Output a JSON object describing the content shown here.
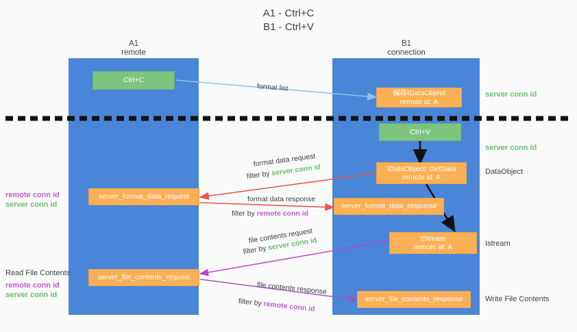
{
  "title": {
    "line1": "A1 - Ctrl+C",
    "line2": "B1 - Ctrl+V"
  },
  "lanes": [
    {
      "name": "A1",
      "sub": "remote",
      "color": "#4a86d8"
    },
    {
      "name": "B1",
      "sub": "connection",
      "color": "#4a86d8"
    }
  ],
  "boxes": {
    "ctrl_c": {
      "line1": "Ctrl+C",
      "line2": "",
      "color": "#7dc47f"
    },
    "save_dataobject": {
      "line1": "保存IDataObject",
      "line2": "remote id: A",
      "color": "#fbb055"
    },
    "ctrl_v": {
      "line1": "Ctrl+V",
      "line2": "",
      "color": "#7dc47f"
    },
    "getdata": {
      "line1": "IDataObject::GetData",
      "line2": "remote id: A",
      "color": "#fbb055"
    },
    "istream": {
      "line1": "IStream",
      "line2": "remote id: A",
      "color": "#fbb055"
    },
    "server_format_data_request": {
      "line1": "server_format_data_request",
      "line2": "",
      "color": "#fbb055"
    },
    "server_format_data_response": {
      "line1": "server_format_data_response",
      "line2": "",
      "color": "#fbb055"
    },
    "server_file_contents_request": {
      "line1": "server_file_contents_request",
      "line2": "",
      "color": "#fbb055"
    },
    "server_file_contents_response": {
      "line1": "server_file_contents_response",
      "line2": "",
      "color": "#fbb055"
    }
  },
  "right_labels": {
    "server_conn_id_top": "server conn id",
    "server_conn_id_mid": "server conn id",
    "dataobject": "DataObject",
    "istream": "Istream",
    "write_file_contents": "Write File Contents"
  },
  "left_labels": {
    "remote_conn_id_1": "remote conn id",
    "server_conn_id_1": "server conn id",
    "read_file_contents": "Read File Contents",
    "remote_conn_id_2": "remote conn id",
    "server_conn_id_2": "server conn id"
  },
  "annotations": {
    "format_list": "format list",
    "format_data_request": "format data request",
    "format_data_request_filter_prefix": "filter by ",
    "format_data_request_filter_value": "server conn id",
    "format_data_response": "format data response",
    "format_data_response_filter_prefix": "filter by ",
    "format_data_response_filter_value": "remote conn id",
    "file_contents_request": "file contents request",
    "file_contents_request_filter_prefix": "filter by ",
    "file_contents_request_filter_value": "server conn id",
    "file_contents_response": "file contents response",
    "file_contents_response_filter_prefix": "filter by ",
    "file_contents_response_filter_value": "remote conn id"
  },
  "colors": {
    "lane": "#4a86d8",
    "green_box": "#7dc47f",
    "orange_box": "#fbb055",
    "green_text": "#6abd6d",
    "purple_text": "#c05bd0",
    "arrow_blue": "#8ec3ec",
    "arrow_red": "#e8544f",
    "arrow_magenta": "#c23fd0",
    "arrow_purple": "#9b59b6",
    "arrow_black": "#111111",
    "divider": "#111111"
  }
}
